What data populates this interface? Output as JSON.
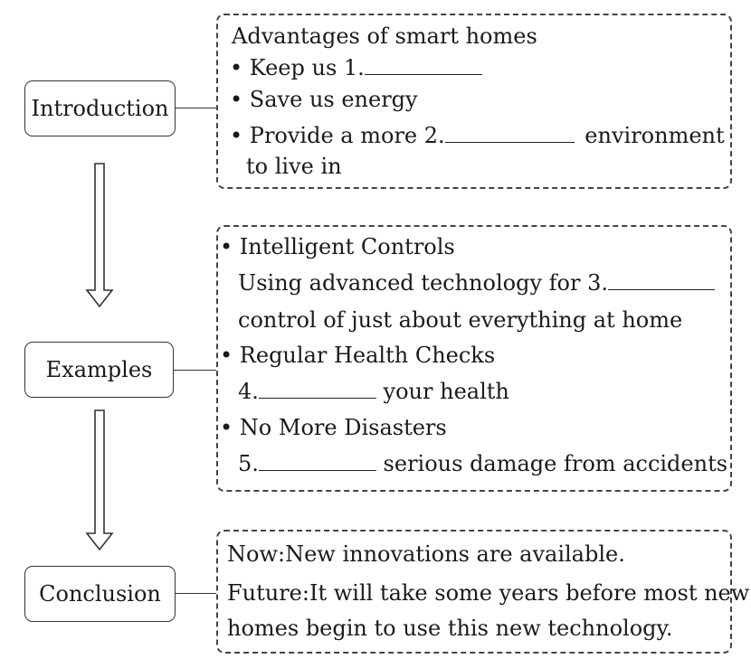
{
  "stages": {
    "intro": "Introduction",
    "examples": "Examples",
    "conclusion": "Conclusion"
  },
  "intro_box": {
    "heading": "Advantages of smart homes",
    "item1_bullet": "•",
    "item1_text": "Keep us 1.",
    "item2_bullet": "•",
    "item2_text": "Save us energy",
    "item3_bullet": "•",
    "item3_text": "Provide a more 2.",
    "item3_tail": "environment",
    "item3_cont": "to live in"
  },
  "examples_box": {
    "ex1_bullet": "•",
    "ex1_title": "Intelligent Controls",
    "ex1_line1": "Using advanced technology for 3.",
    "ex1_line2": "control of just about everything at home",
    "ex2_bullet": "•",
    "ex2_title": "Regular Health Checks",
    "ex2_num": "4.",
    "ex2_tail": "your health",
    "ex3_bullet": "•",
    "ex3_title": "No More Disasters",
    "ex3_num": "5.",
    "ex3_tail": "serious damage from accidents"
  },
  "conclusion_box": {
    "line1": "Now:New innovations are available.",
    "line2": "Future:It will take some years before most new",
    "line3": "homes begin to use this new technology."
  },
  "colors": {
    "ink": "#1a1a1a",
    "border": "#333333"
  }
}
